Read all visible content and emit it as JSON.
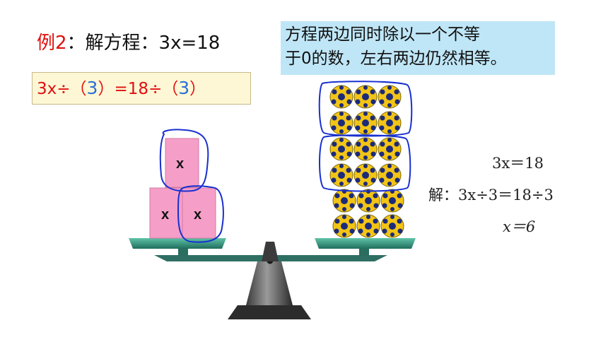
{
  "title": {
    "example_label": "例2",
    "rest": "：解方程：3x=18"
  },
  "note": {
    "line1": "方程两边同时除以一个不等",
    "line2": "于0的数，左右两边仍然相等。"
  },
  "equation_box": {
    "left": "3x÷（",
    "blank1": "3",
    "middle": "）=18÷（",
    "blank2": "3",
    "right": "）"
  },
  "solution": {
    "line1": "3x＝18",
    "line2_prefix": "解：",
    "line2": "3x÷3＝18÷3",
    "line3": "x＝6"
  },
  "blocks": {
    "label": "x"
  },
  "balls": {
    "count": 18
  },
  "colors": {
    "red": "#e01010",
    "blue": "#2a6fd6",
    "note_bg": "#bfe6f7",
    "pink_block": "#f59fc8",
    "ball_yellow": "#f2c416",
    "ball_spot": "#1c2a7a",
    "scale_green": "#2f8f7a"
  }
}
